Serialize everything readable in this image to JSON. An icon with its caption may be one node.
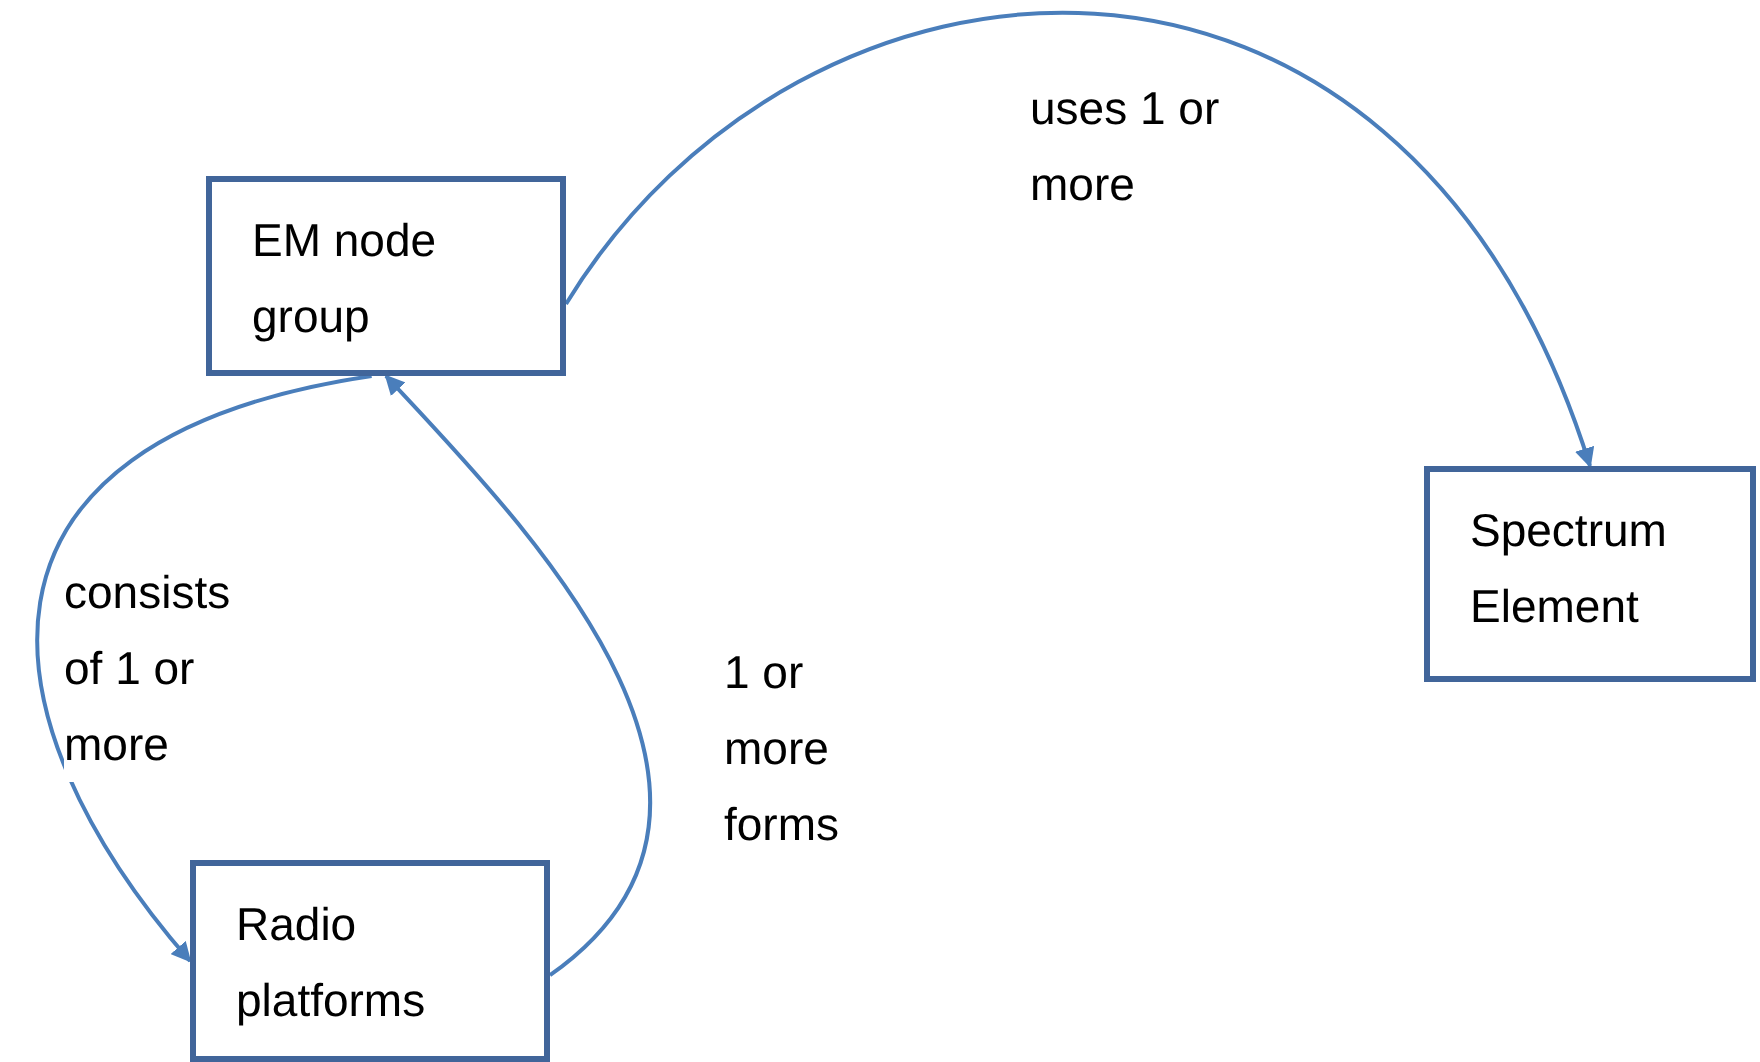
{
  "diagram": {
    "nodes": [
      {
        "text": [
          "EM node group"
        ]
      },
      {
        "text": [
          "Spectrum Element"
        ]
      },
      {
        "text": [
          "Radio platforms"
        ]
      }
    ],
    "edges": [
      {
        "from": 0,
        "to": 1,
        "arrow": "to",
        "label": "uses 1 or more"
      },
      {
        "from": 0,
        "to": 2,
        "arrow": "to",
        "label": "consists of 1 or more"
      },
      {
        "from": 2,
        "to": 0,
        "arrow": "to",
        "label": "1 or more forms"
      }
    ]
  }
}
